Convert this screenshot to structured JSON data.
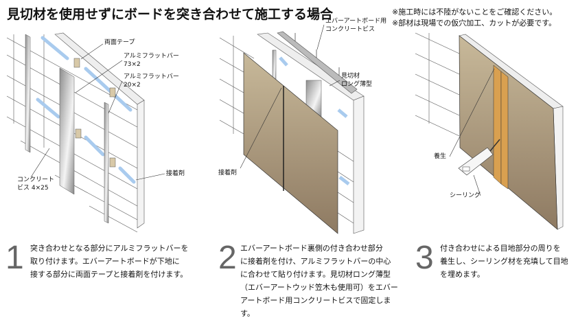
{
  "title": "見切材を使用せずにボードを突き合わせて施工する場合",
  "notes": [
    "※施工時には不陸がないことをご確認ください。",
    "※部材は現場での仮穴加工、カットが必要です。"
  ],
  "colors": {
    "board": "#b9a88a",
    "blue_strip": "#a9cbee",
    "sealant": "#d9a050",
    "bar": "#a8a8a8"
  },
  "panel1": {
    "labels": {
      "tape": "両面テープ",
      "bar73_name": "アルミフラットバー",
      "bar73_size": "73×2",
      "bar20_name": "アルミフラットバー",
      "bar20_size": "20×2",
      "screw_name": "コンクリート",
      "screw_size": "ビス 4×25",
      "adhesive": "接着剤"
    }
  },
  "panel2": {
    "labels": {
      "screw_line1": "エバーアートボード用",
      "screw_line2": "コンクリートビス",
      "trim_line1": "見切材",
      "trim_line2": "ロング薄型",
      "adhesive": "接着剤"
    }
  },
  "panel3": {
    "labels": {
      "masking": "養生",
      "sealing": "シーリング"
    }
  },
  "steps": [
    {
      "number": "1",
      "lines": [
        "突き合わせとなる部分にアルミフラットバーを",
        "取り付けます。エバーアートボードが下地に",
        "接する部分に両面テープと接着剤を付けます。"
      ]
    },
    {
      "number": "2",
      "lines": [
        "エバーアートボード裏側の付き合わせ部分",
        "に接着剤を付け、アルミフラットバーの中心",
        "に合わせて貼り付けます。見切材ロング薄型",
        "（エバーアートウッド笠木も使用可）をエバー",
        "アートボード用コンクリートビスで固定します。"
      ]
    },
    {
      "number": "3",
      "lines": [
        "付き合わせによる目地部分の周りを",
        "養生し、シーリング材を充填して目地",
        "を埋めます。"
      ]
    }
  ]
}
